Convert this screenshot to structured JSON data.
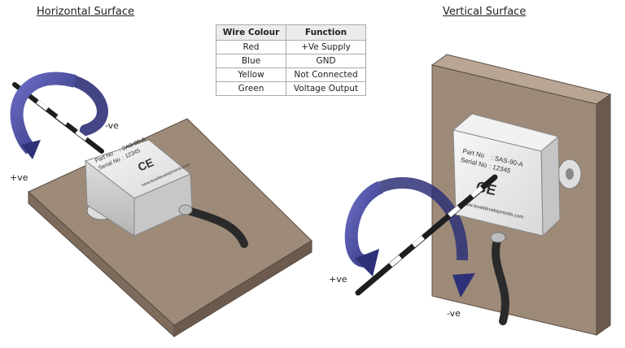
{
  "headings": {
    "left": "Horizontal Surface",
    "right": "Vertical Surface"
  },
  "table": {
    "headers": [
      "Wire Colour",
      "Function"
    ],
    "rows": [
      [
        "Red",
        "+Ve Supply"
      ],
      [
        "Blue",
        "GND"
      ],
      [
        "Yellow",
        "Not Connected"
      ],
      [
        "Green",
        "Voltage Output"
      ]
    ]
  },
  "device": {
    "part_label": "Part No",
    "part_value": ": SAS-90-A",
    "serial_label": "Serial No",
    "serial_value": ": 12345",
    "ce_mark": "CE",
    "url": "www.leveldevelopments.com"
  },
  "labels": {
    "left_neg": "-ve",
    "left_pos": "+ve",
    "right_pos": "+ve",
    "right_neg": "-ve"
  },
  "colors": {
    "arrow": "#3d3f8f",
    "surface_wood": "#9c8877",
    "device_body": "#ececec",
    "cable": "#2a2a2a"
  }
}
